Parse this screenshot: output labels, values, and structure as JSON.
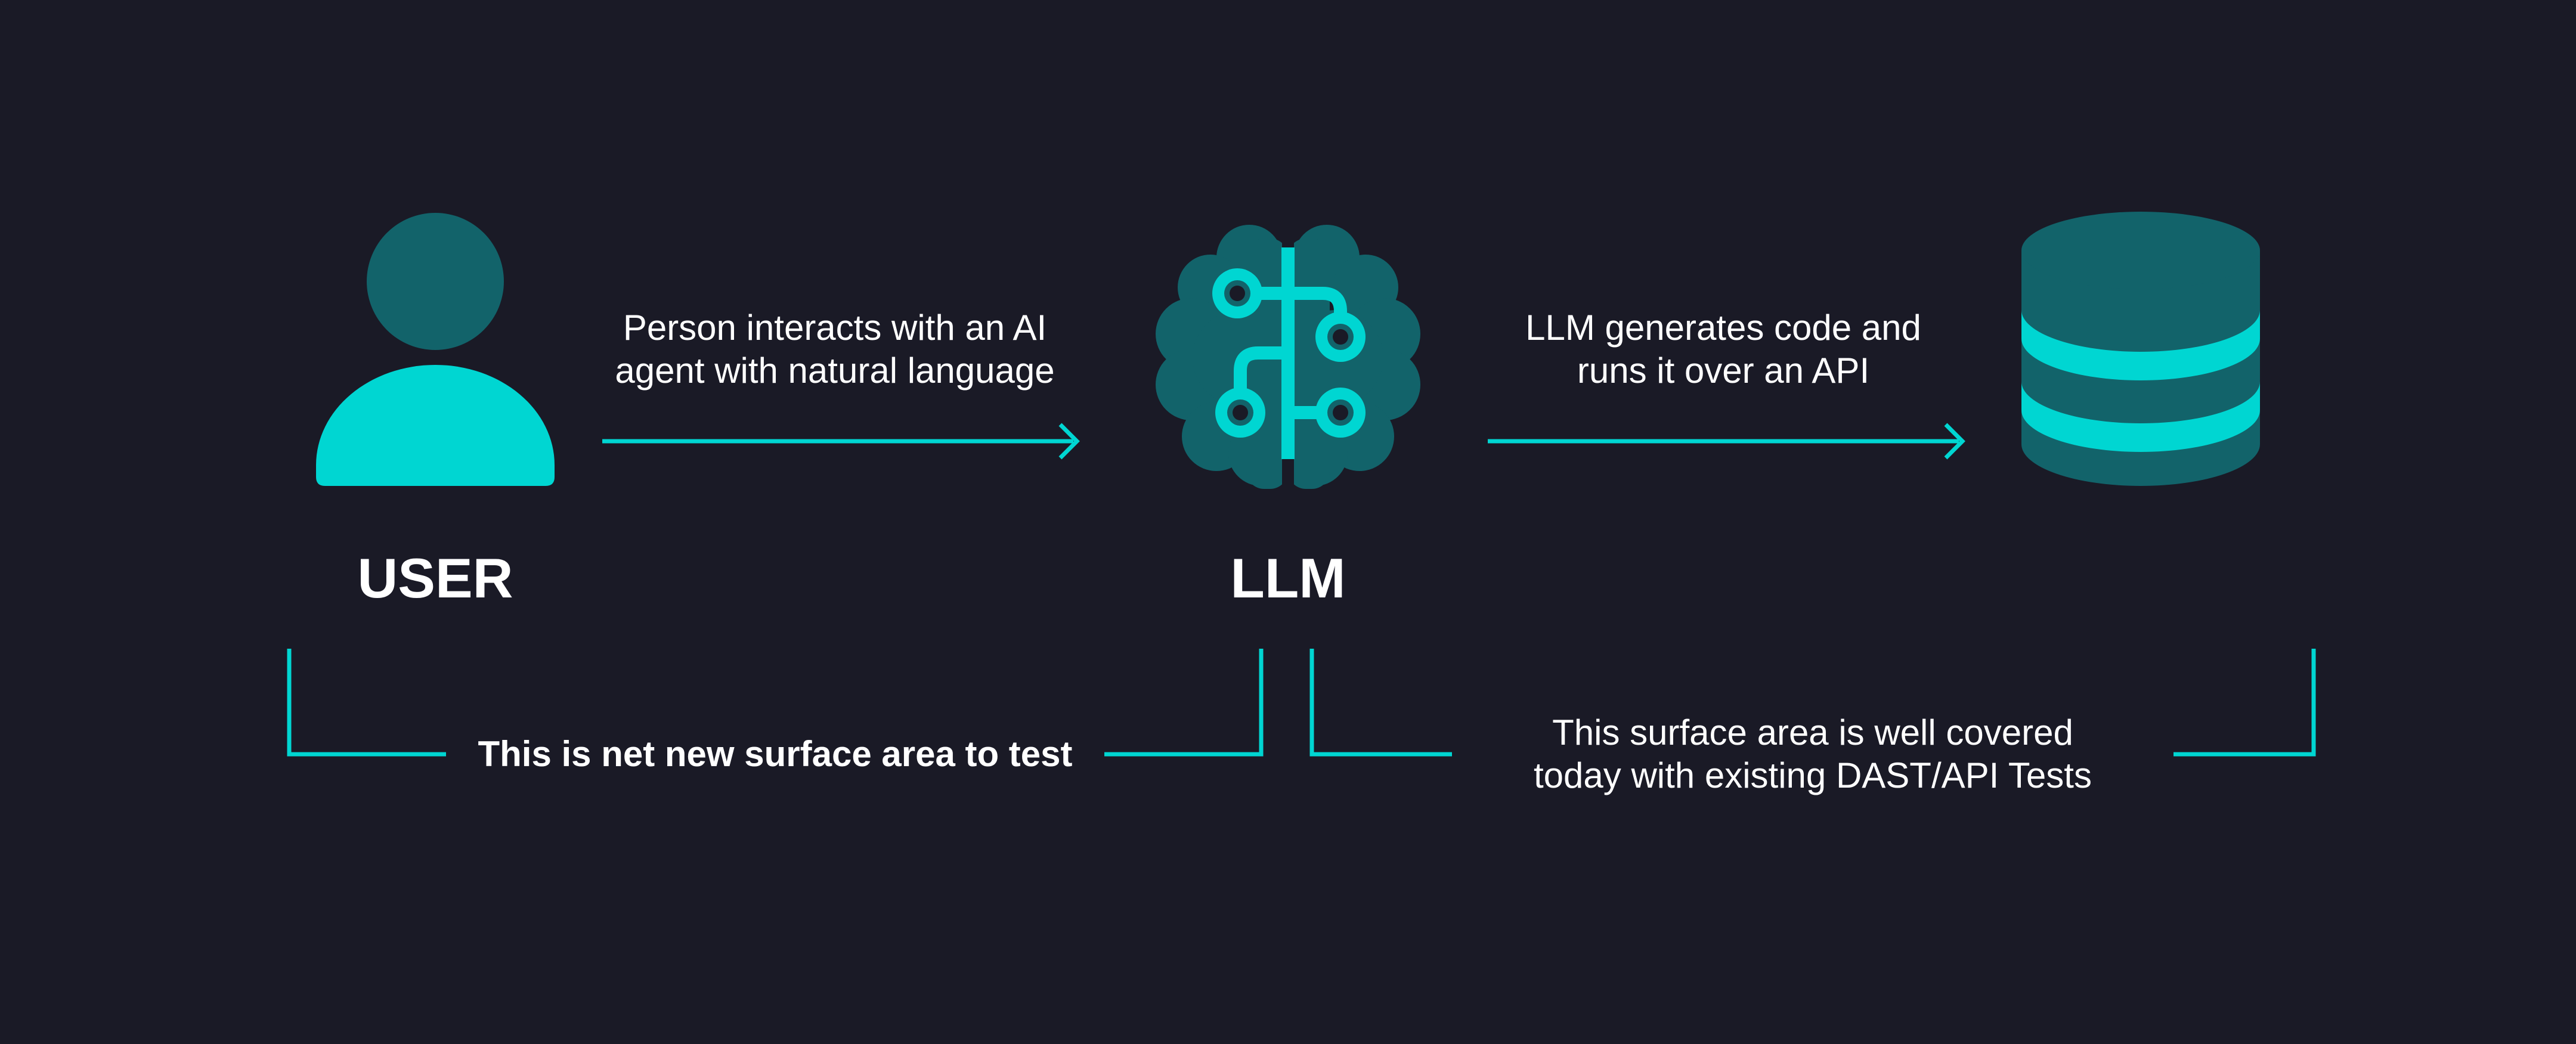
{
  "nodes": {
    "user": {
      "label": "USER",
      "icon": "user-icon"
    },
    "llm": {
      "label": "LLM",
      "icon": "brain-circuit-icon"
    },
    "database": {
      "label": "",
      "icon": "database-icon"
    }
  },
  "edges": {
    "user_to_llm": {
      "line1": "Person interacts with an AI",
      "line2": "agent with natural language"
    },
    "llm_to_db": {
      "line1": "LLM generates code and",
      "line2": "runs it over an API"
    }
  },
  "brackets": {
    "left": {
      "text": "This is net new surface area to test"
    },
    "right": {
      "line1": "This surface area is well covered",
      "line2": "today with existing DAST/API Tests"
    }
  },
  "colors": {
    "background": "#1a1a26",
    "accent": "#00d6d2",
    "dark_teal": "#12636a",
    "text": "#ffffff"
  }
}
